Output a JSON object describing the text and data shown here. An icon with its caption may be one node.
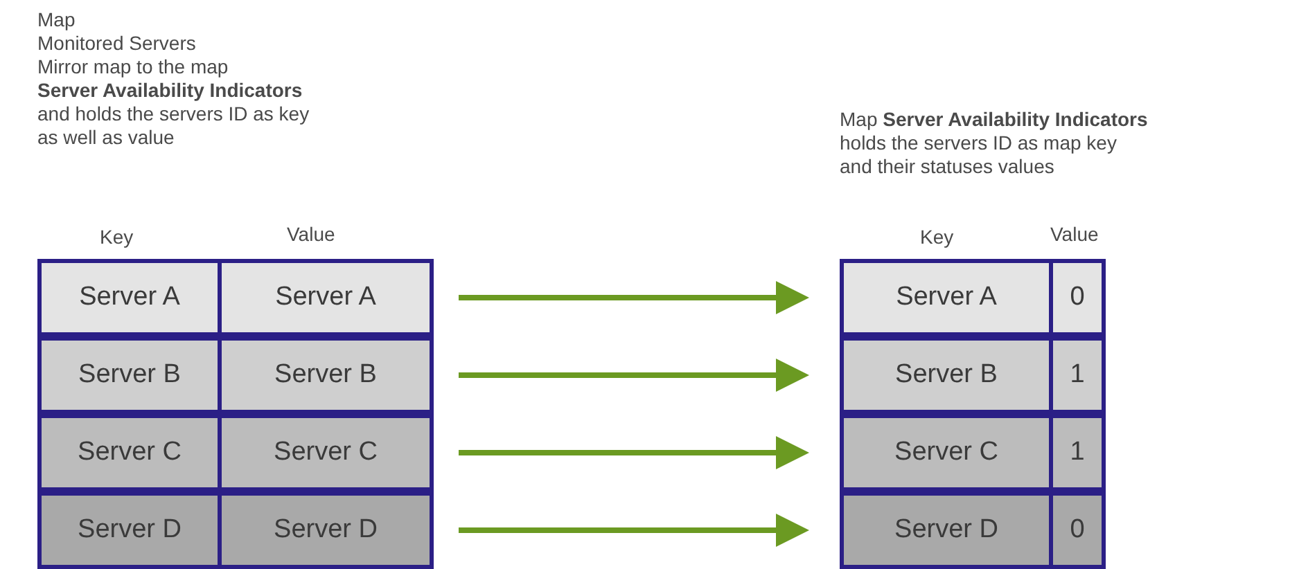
{
  "diagram": {
    "nodes": [
      {
        "text": [
          "Server A"
        ]
      },
      {
        "text": [
          "Server A"
        ]
      },
      {
        "text": [
          "Server B"
        ]
      },
      {
        "text": [
          "Server B"
        ]
      },
      {
        "text": [
          "Server C"
        ]
      },
      {
        "text": [
          "Server C"
        ]
      },
      {
        "text": [
          "Server D"
        ]
      },
      {
        "text": [
          "Server D"
        ]
      },
      {
        "text": [
          "Server A"
        ]
      },
      {
        "text": [
          "0"
        ]
      },
      {
        "text": [
          "Server B"
        ]
      },
      {
        "text": [
          "1"
        ]
      },
      {
        "text": [
          "Server C"
        ]
      },
      {
        "text": [
          "1"
        ]
      },
      {
        "text": [
          "Server D"
        ]
      },
      {
        "text": [
          "0"
        ]
      }
    ],
    "edges": [
      {
        "from": 1,
        "to": 8,
        "arrow": "to"
      },
      {
        "from": 3,
        "to": 10,
        "arrow": "to"
      },
      {
        "from": 5,
        "to": 12,
        "arrow": "to"
      },
      {
        "from": 7,
        "to": 14,
        "arrow": "to"
      }
    ],
    "labels": [
      "Map",
      "Monitored Servers",
      "Mirror map to the map",
      "**Server Availability Indicators**",
      "and holds the servers ID as key",
      "as well as value",
      "Map **Server Availability Indicators**",
      "holds the servers ID as map key",
      "and their statuses values",
      "Key",
      "Value",
      "Key",
      "Value"
    ]
  }
}
